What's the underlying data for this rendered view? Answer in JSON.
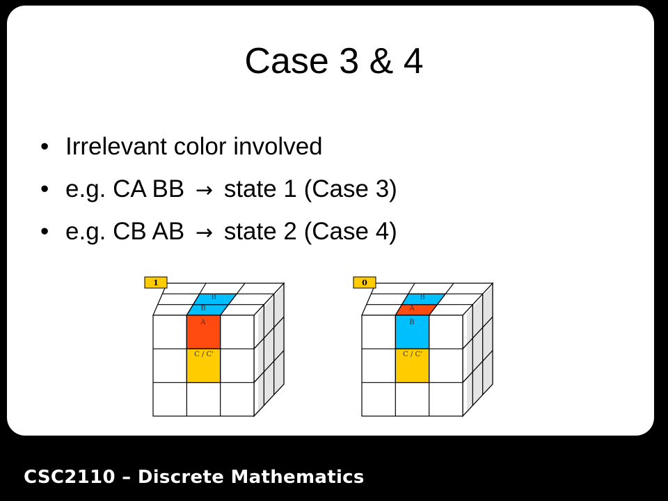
{
  "slide": {
    "title": "Case 3 & 4",
    "bullets": [
      {
        "text": "Irrelevant color involved"
      },
      {
        "before": "e.g. CA BB",
        "arrow": "→",
        "after": "state 1 (Case 3)"
      },
      {
        "before": "e.g. CB AB",
        "arrow": "→",
        "after": "state 2 (Case 4)"
      }
    ]
  },
  "cubes": [
    {
      "state_label": "1",
      "top_cell_label": "B",
      "front_labels": [
        "B",
        "A",
        "C / C'"
      ],
      "colors": {
        "top": "#00bfff",
        "upper": "#ff4a10",
        "lower": "#ffcc00"
      }
    },
    {
      "state_label": "0",
      "top_cell_label": "B",
      "front_labels": [
        "A",
        "B",
        "C / C'"
      ],
      "colors": {
        "top": "#ff4a10",
        "upper": "#00bfff",
        "lower": "#ffcc00"
      }
    }
  ],
  "footer": "CSC2110 – Discrete Mathematics",
  "colors": {
    "background": "#000000",
    "panel": "#ffffff",
    "tag": "#ffcc00"
  }
}
